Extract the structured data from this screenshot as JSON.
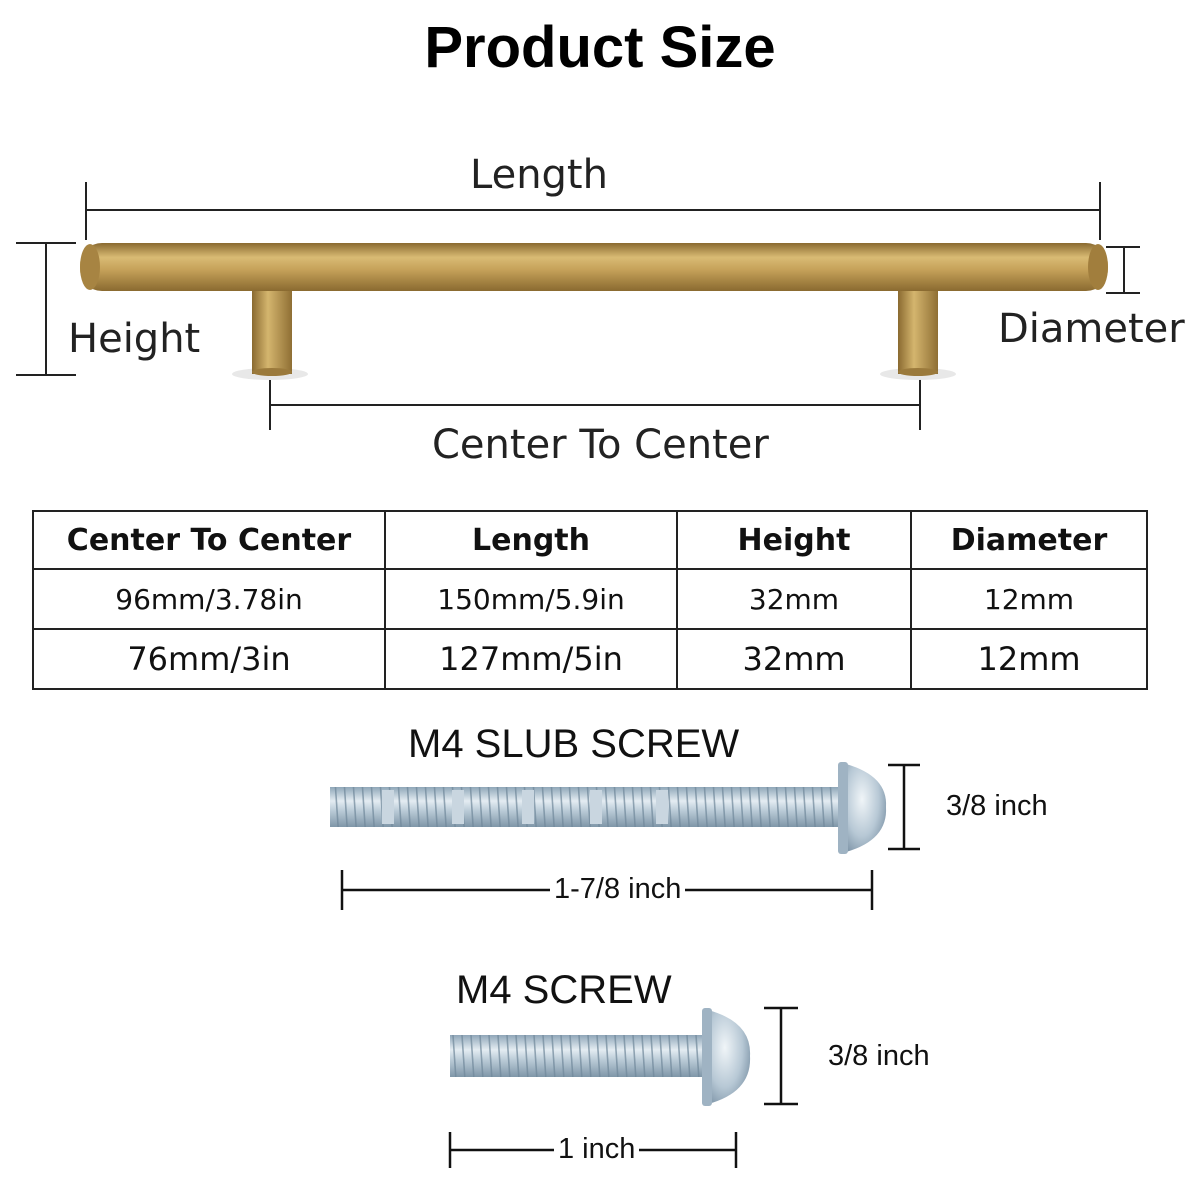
{
  "title": "Product Size",
  "handle": {
    "length_label": "Length",
    "height_label": "Height",
    "diameter_label": "Diameter",
    "center_label": "Center To Center",
    "colors": {
      "brass_light": "#d6b46a",
      "brass_mid": "#b8924a",
      "brass_dark": "#8a6a30"
    }
  },
  "spec_table": {
    "headers": [
      "Center To Center",
      "Length",
      "Height",
      "Diameter"
    ],
    "rows": [
      [
        "96mm/3.78in",
        "150mm/5.9in",
        "32mm",
        "12mm"
      ],
      [
        "76mm/3in",
        "127mm/5in",
        "32mm",
        "12mm"
      ]
    ]
  },
  "screws": {
    "slub": {
      "title": "M4 SLUB SCREW",
      "height": "3/8 inch",
      "length": "1-7/8 inch"
    },
    "standard": {
      "title": "M4 SCREW",
      "height": "3/8 inch",
      "length": "1 inch"
    },
    "colors": {
      "zinc_light": "#dfe8ee",
      "zinc_mid": "#a9bccb",
      "zinc_dark": "#7c93a6"
    }
  }
}
